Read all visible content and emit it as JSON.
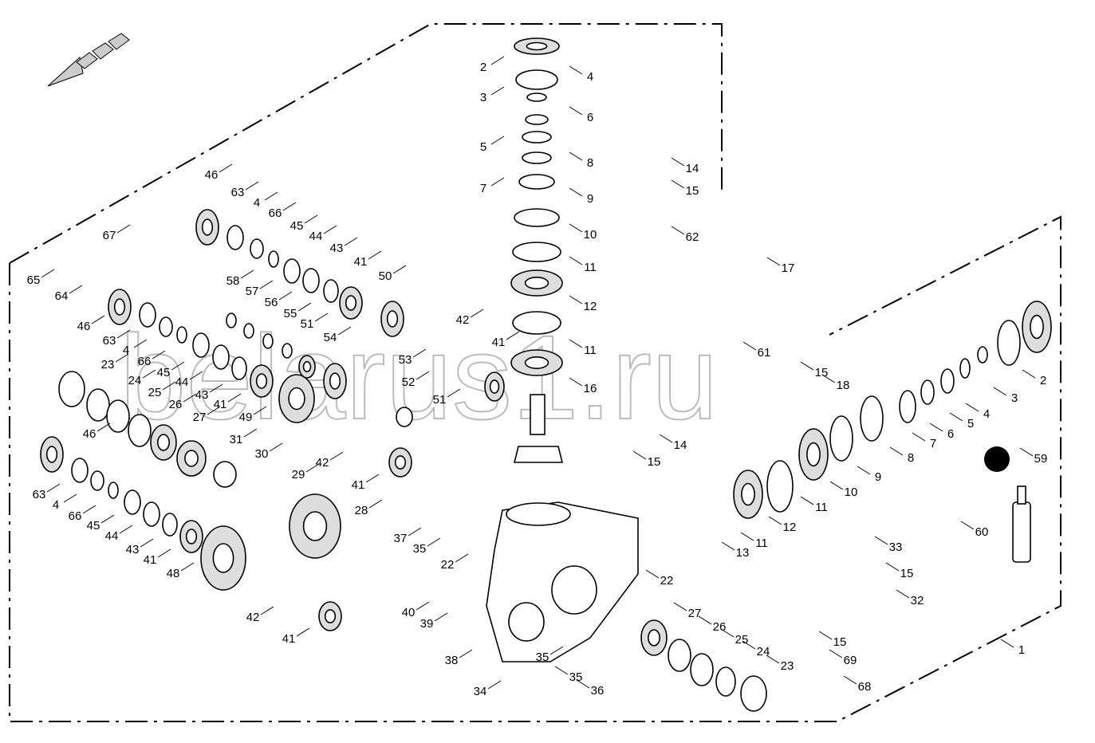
{
  "watermark": "belarus1.ru",
  "callouts": [
    "2",
    "3",
    "4",
    "5",
    "6",
    "7",
    "8",
    "9",
    "10",
    "11",
    "12",
    "11",
    "16",
    "14",
    "15",
    "62",
    "17",
    "61",
    "15",
    "18",
    "46",
    "63",
    "4",
    "66",
    "45",
    "44",
    "43",
    "41",
    "50",
    "42",
    "41",
    "53",
    "52",
    "51",
    "67",
    "65",
    "64",
    "46",
    "63",
    "4",
    "66",
    "45",
    "44",
    "43",
    "41",
    "49",
    "58",
    "57",
    "56",
    "55",
    "51",
    "54",
    "23",
    "24",
    "25",
    "26",
    "27",
    "31",
    "30",
    "29",
    "28",
    "42",
    "41",
    "46",
    "63",
    "4",
    "66",
    "45",
    "44",
    "43",
    "41",
    "48",
    "42",
    "41",
    "37",
    "35",
    "22",
    "40",
    "39",
    "38",
    "35",
    "34",
    "35",
    "36",
    "15",
    "14",
    "13",
    "11",
    "12",
    "11",
    "10",
    "9",
    "8",
    "7",
    "6",
    "5",
    "4",
    "3",
    "2",
    "59",
    "60",
    "27",
    "26",
    "25",
    "24",
    "23",
    "22",
    "33",
    "15",
    "32",
    "15",
    "69",
    "68",
    "1"
  ],
  "colors": {
    "line": "#000000",
    "watermark": "#bbbbbb",
    "marker_59": "#000000"
  }
}
